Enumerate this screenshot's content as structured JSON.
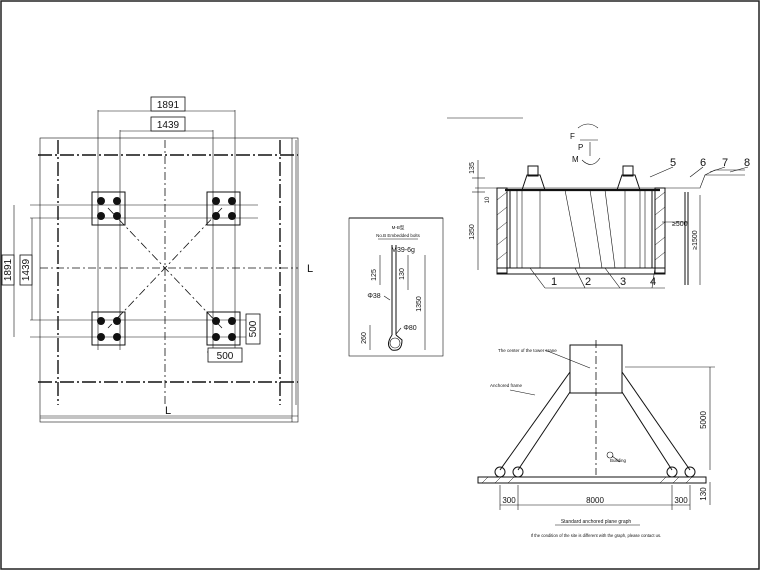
{
  "plan_view": {
    "dim_top_outer": "1891",
    "dim_top_inner": "1439",
    "dim_left_outer": "1891",
    "dim_left_inner": "1439",
    "dim_bottom": "L",
    "dim_right": "L",
    "dim_plate_width": "500",
    "dim_plate_height": "500"
  },
  "bolt_detail": {
    "title": "M-B型",
    "subtitle": "No.B Embedded bolts",
    "thread": "M39-6g",
    "dim_125": "125",
    "dim_130": "130",
    "dim_1350": "1350",
    "dim_260": "260",
    "dia_38": "Φ38",
    "dia_80": "Φ80"
  },
  "section_view": {
    "dim_135": "135",
    "dim_10": "10",
    "dim_1350": "1350",
    "dim_500": "≥500",
    "dim_1500": "≥1500",
    "callouts": [
      "1",
      "2",
      "3",
      "4",
      "5",
      "6",
      "7",
      "8"
    ],
    "load_labels": [
      "F",
      "P",
      "M"
    ]
  },
  "elevation_view": {
    "label_tower_center": "The center of the tower crane",
    "label_anchor_frame": "Anchored frame",
    "label_building": "Building",
    "dim_height": "5000",
    "dim_span": "8000",
    "dim_left_foot": "300",
    "dim_right_foot": "300",
    "dim_base": "130",
    "caption_title": "Standard anchored plane graph",
    "caption_note": "If the condition of the site is different with the graph, please contact us."
  }
}
